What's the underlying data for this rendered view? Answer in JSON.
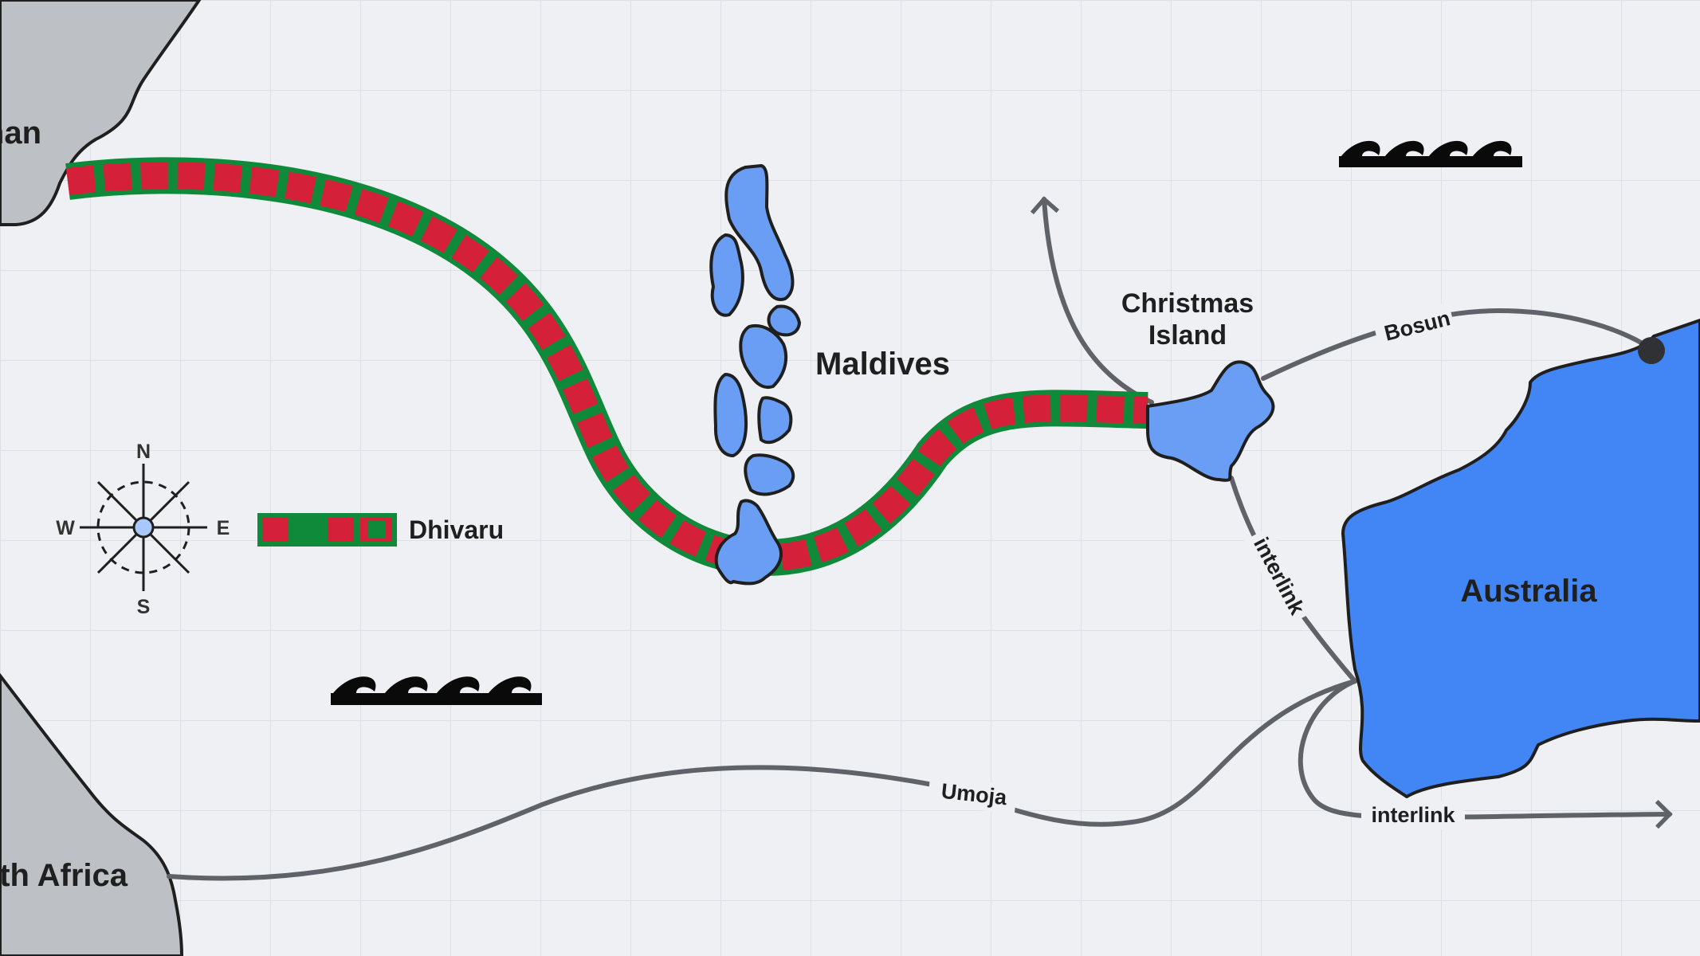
{
  "places": {
    "oman": "Oman",
    "south_africa": "South Africa",
    "maldives": "Maldives",
    "christmas_island_line1": "Christmas",
    "christmas_island_line2": "Island",
    "australia": "Australia"
  },
  "legend": {
    "cable_name": "Dhivaru"
  },
  "compass": {
    "n": "N",
    "s": "S",
    "e": "E",
    "w": "W"
  },
  "routes": {
    "bosun": "Bosun",
    "umoja": "Umoja",
    "interlink_vertical": "interlink",
    "interlink_horizontal": "interlink"
  },
  "colors": {
    "cable_red": "#d5203a",
    "cable_green": "#0f8a3a",
    "island_blue": "#6a9ef5",
    "australia_blue": "#4285f4",
    "land_grey": "#bdc1c6",
    "route_grey": "#5f6368"
  }
}
